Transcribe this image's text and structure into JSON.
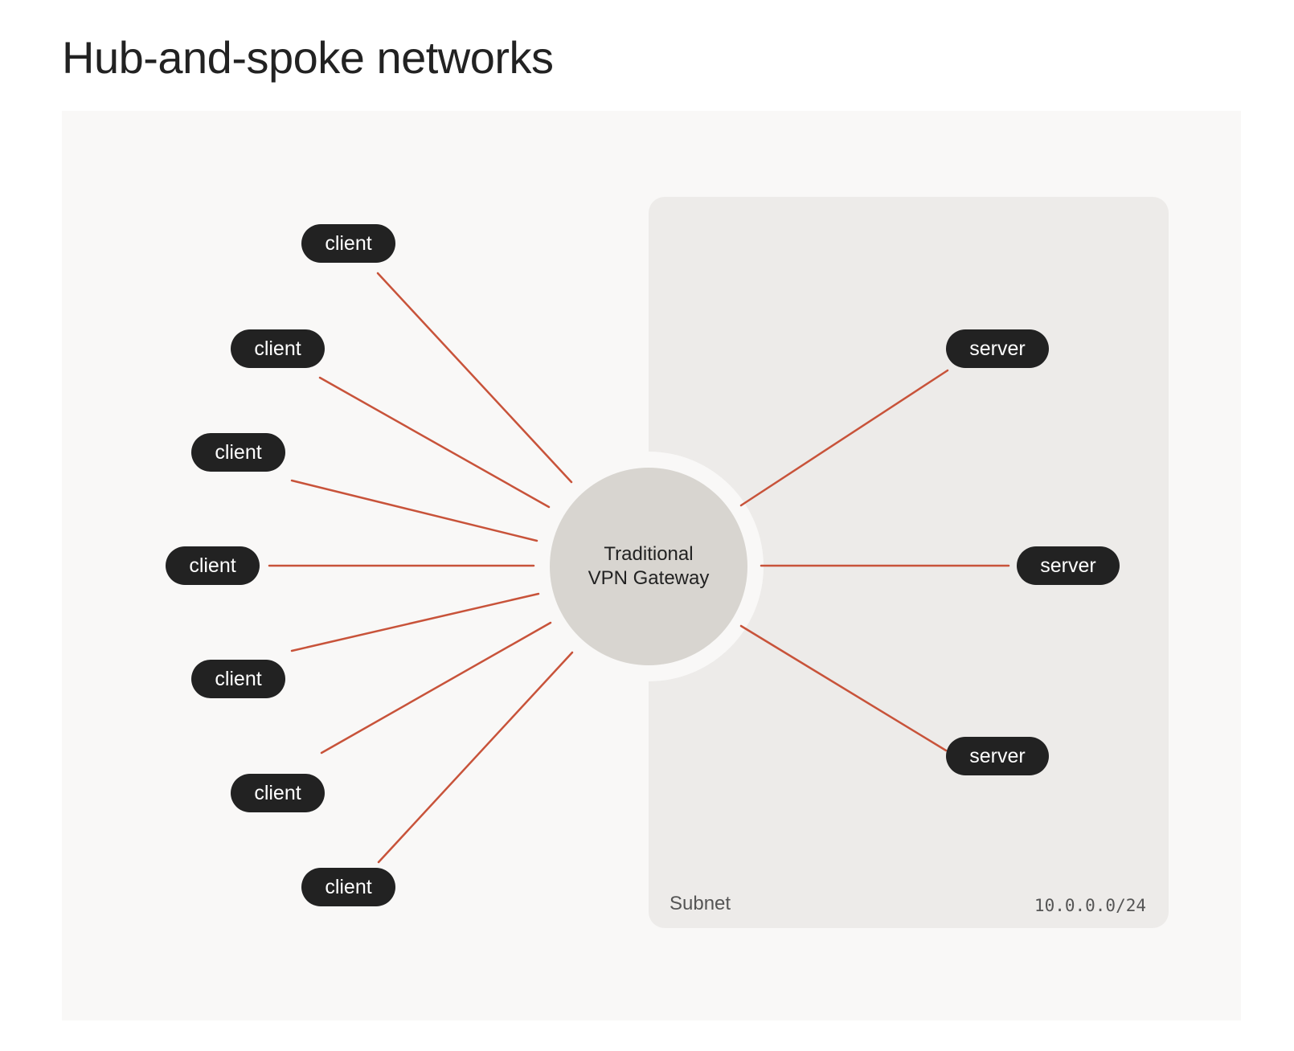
{
  "title": "Hub-and-spoke networks",
  "hub": {
    "line1": "Traditional",
    "line2": "VPN Gateway"
  },
  "clients": [
    "client",
    "client",
    "client",
    "client",
    "client",
    "client",
    "client"
  ],
  "servers": [
    "server",
    "server",
    "server"
  ],
  "subnet": {
    "label": "Subnet",
    "cidr": "10.0.0.0/24"
  },
  "colors": {
    "link": "#c8533a",
    "node": "#222222",
    "hub": "#d8d5d0",
    "subnet": "#edebe9",
    "panel": "#f9f8f7"
  }
}
